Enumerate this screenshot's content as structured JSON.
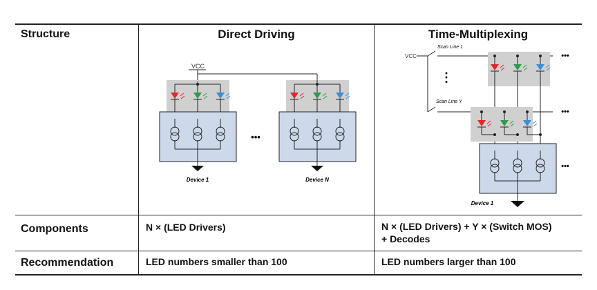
{
  "table": {
    "headers": {
      "structure": "Structure",
      "direct": "Direct Driving",
      "mux": "Time-Multiplexing"
    },
    "rows": [
      {
        "label": "Components",
        "direct": "N × (LED Drivers)",
        "mux_line1": "N × (LED Drivers) + Y × (Switch MOS)",
        "mux_line2": "+ Decodes"
      },
      {
        "label": "Recommendation",
        "direct": "LED numbers smaller than 100",
        "mux": "LED numbers larger than 100"
      }
    ]
  },
  "direct_diagram": {
    "vcc": "VCC",
    "device_1": "Device 1",
    "device_n": "Device N",
    "ellipsis": "•••"
  },
  "mux_diagram": {
    "vcc": "VCC",
    "scan_line_1": "Scan Line 1",
    "scan_line_y": "Scan Line Y",
    "device_1": "Device 1",
    "ellipsis": "•••",
    "vdots": "⋮"
  },
  "colors": {
    "led_red": "#e8262a",
    "led_green": "#2e9b4a",
    "led_blue": "#3a8fd8",
    "driver_fill": "#cdd9ea",
    "led_bg": "#d0d0d0"
  }
}
